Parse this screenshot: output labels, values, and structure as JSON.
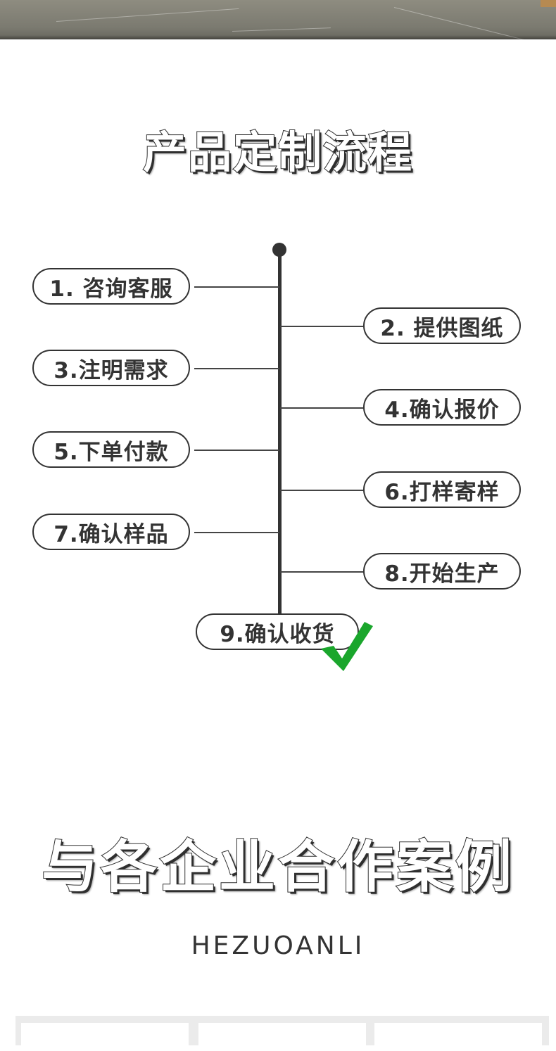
{
  "sections": {
    "process": {
      "title": "产品定制流程",
      "steps": [
        {
          "label": "1. 咨询客服"
        },
        {
          "label": "2. 提供图纸"
        },
        {
          "label": "3.注明需求"
        },
        {
          "label": "4.确认报价"
        },
        {
          "label": "5.下单付款"
        },
        {
          "label": "6.打样寄样"
        },
        {
          "label": "7.确认样品"
        },
        {
          "label": "8.开始生产"
        },
        {
          "label": "9.确认收货"
        }
      ],
      "check_icon": "checkmark-icon",
      "check_color": "#1aa62c"
    },
    "cases": {
      "title": "与各企业合作案例",
      "subtitle": "HEZUOANLI"
    }
  },
  "colors": {
    "outline": "#333333",
    "background": "#ffffff"
  }
}
